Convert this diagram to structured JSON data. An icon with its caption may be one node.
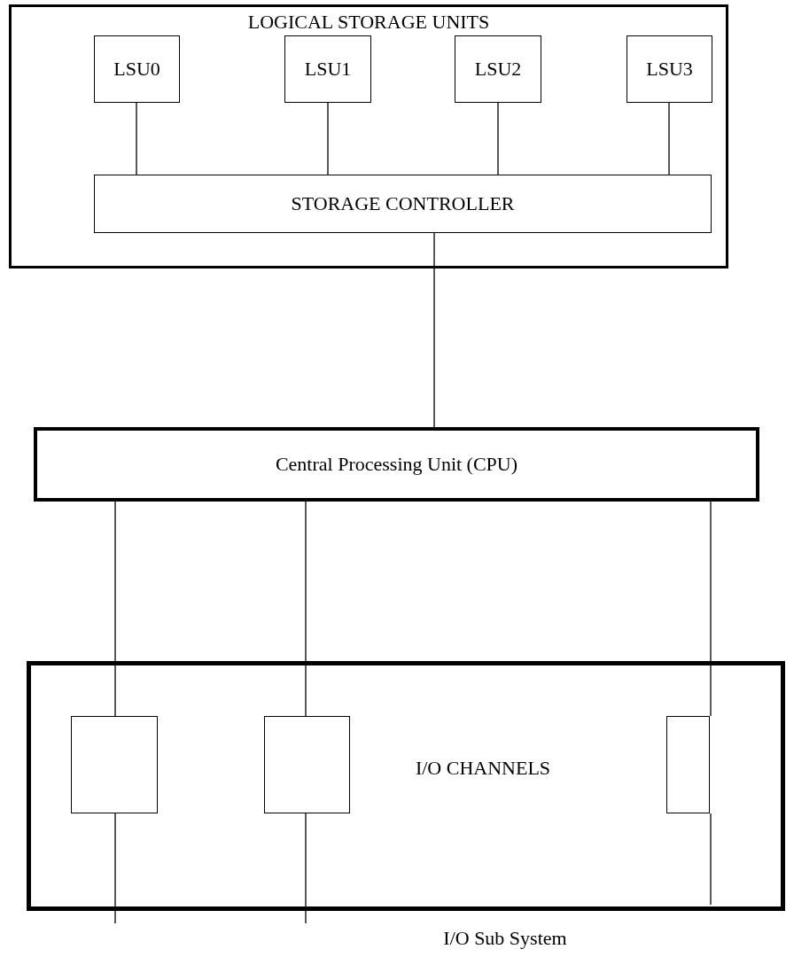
{
  "diagram": {
    "nodes": [
      {
        "text": [
          "LOGICAL STORAGE UNITS"
        ]
      },
      {
        "text": [
          "LSU0"
        ],
        "in": 0
      },
      {
        "text": [
          "LSU1"
        ],
        "in": 0
      },
      {
        "text": [
          "LSU2"
        ],
        "in": 0
      },
      {
        "text": [
          "LSU3"
        ],
        "in": 0
      },
      {
        "text": [
          "STORAGE CONTROLLER"
        ],
        "in": 0
      },
      {
        "text": [
          "Central Processing Unit (CPU)"
        ]
      },
      {
        "text": [
          "I/O CHANNELS"
        ]
      },
      {
        "text": [],
        "shape": "box",
        "in": 7
      },
      {
        "text": [],
        "shape": "box",
        "in": 7
      },
      {
        "text": [],
        "shape": "box",
        "in": 7
      }
    ],
    "edges": [
      {
        "from": 1,
        "to": 5,
        "arrow": "none"
      },
      {
        "from": 2,
        "to": 5,
        "arrow": "none"
      },
      {
        "from": 3,
        "to": 5,
        "arrow": "none"
      },
      {
        "from": 4,
        "to": 5,
        "arrow": "none"
      },
      {
        "from": 5,
        "to": 6,
        "arrow": "none"
      },
      {
        "from": 6,
        "to": 8,
        "arrow": "none"
      },
      {
        "from": 6,
        "to": 9,
        "arrow": "none"
      },
      {
        "from": 6,
        "to": 10,
        "arrow": "none"
      },
      {
        "from": 8,
        "to": null,
        "arrow": "none"
      },
      {
        "from": 9,
        "to": null,
        "arrow": "none"
      },
      {
        "from": 10,
        "to": null,
        "arrow": "none"
      }
    ],
    "labels": [
      "I/O Sub System"
    ]
  }
}
